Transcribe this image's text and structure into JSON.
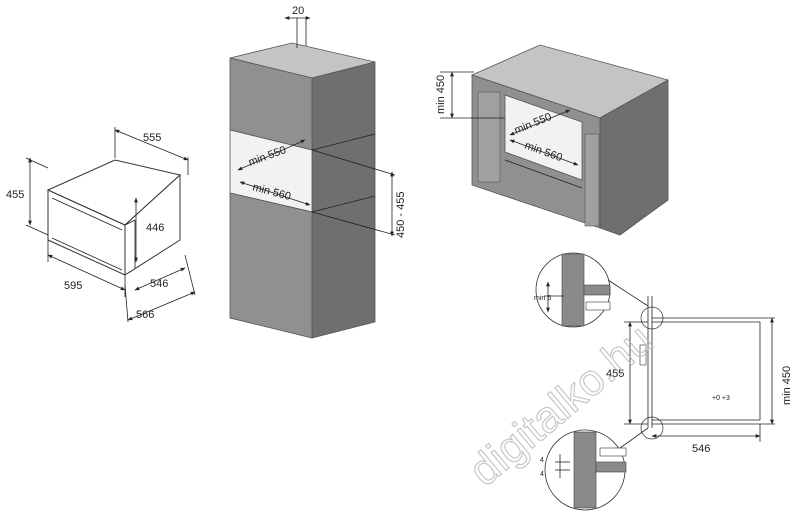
{
  "oven": {
    "width": "595",
    "depth_top": "555",
    "height": "455",
    "inner_height": "446",
    "depth_bottom": "546",
    "total_depth": "566"
  },
  "tall_cabinet": {
    "vent_gap": "20",
    "niche_depth": "min 550",
    "niche_width": "min 560",
    "niche_height": "450 - 455"
  },
  "under_counter": {
    "min_height": "min 450",
    "niche_depth": "min 550",
    "niche_width": "min 560"
  },
  "detail": {
    "gap_min": "min 6",
    "height": "455",
    "tolerance": "+0 +3",
    "min_height": "min 450",
    "depth": "546",
    "tick_a": "4",
    "tick_b": "4"
  },
  "watermark": {
    "text": "digitalko.hu"
  }
}
